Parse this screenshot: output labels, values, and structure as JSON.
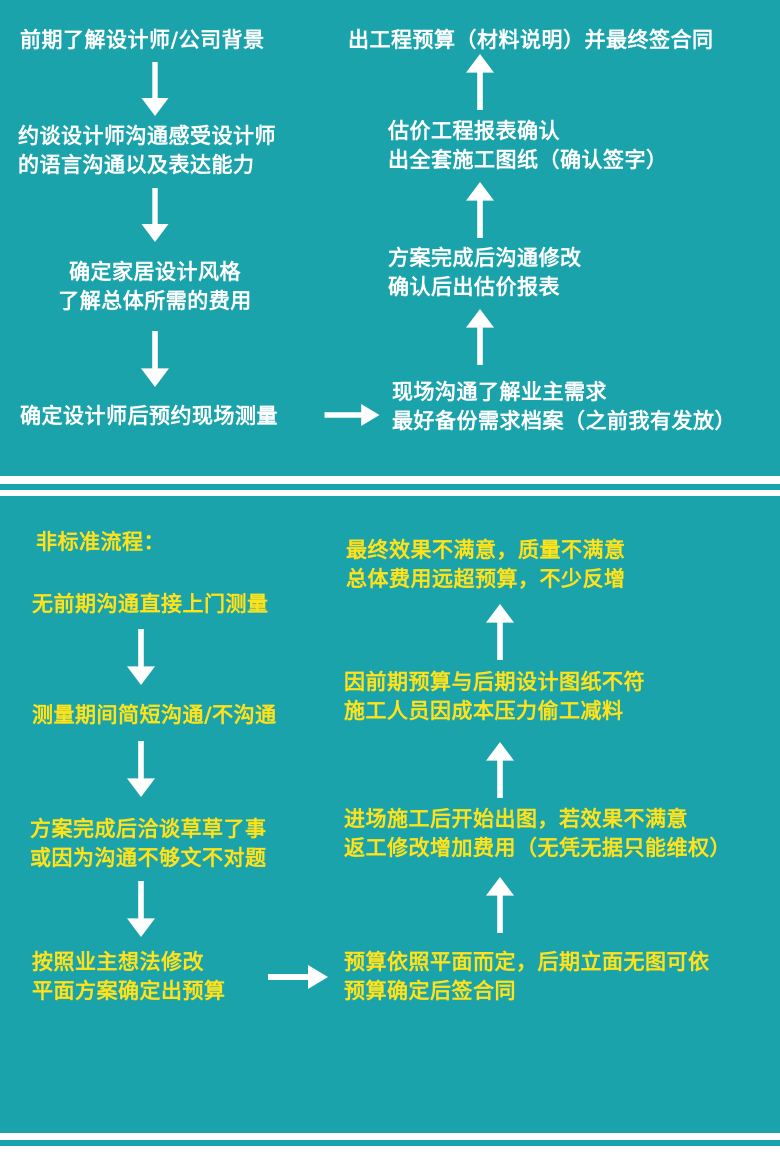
{
  "colors": {
    "background": "#1aa3ab",
    "standard_text": "#ffffff",
    "nonstandard_text": "#ffe21a",
    "arrow": "#ffffff",
    "divider": "#ffffff"
  },
  "icons": [
    "arrow-down-icon",
    "arrow-up-icon",
    "arrow-right-icon"
  ],
  "standard": {
    "left": [
      {
        "lines": [
          "前期了解设计师/公司背景"
        ]
      },
      {
        "lines": [
          "约谈设计师沟通感受设计师",
          "的语言沟通以及表达能力"
        ]
      },
      {
        "lines": [
          "确定家居设计风格",
          "了解总体所需的费用"
        ]
      },
      {
        "lines": [
          "确定设计师后预约现场测量"
        ]
      }
    ],
    "right": [
      {
        "lines": [
          "现场沟通了解业主需求",
          "最好备份需求档案（之前我有发放）"
        ]
      },
      {
        "lines": [
          "方案完成后沟通修改",
          "确认后出估价报表"
        ]
      },
      {
        "lines": [
          "估价工程报表确认",
          "出全套施工图纸（确认签字）"
        ]
      },
      {
        "lines": [
          "出工程预算（材料说明）并最终签合同"
        ]
      }
    ]
  },
  "nonstandard": {
    "heading": "非标准流程：",
    "left": [
      {
        "lines": [
          "无前期沟通直接上门测量"
        ]
      },
      {
        "lines": [
          "测量期间简短沟通/不沟通"
        ]
      },
      {
        "lines": [
          "方案完成后洽谈草草了事",
          "或因为沟通不够文不对题"
        ]
      },
      {
        "lines": [
          "按照业主想法修改",
          "平面方案确定出预算"
        ]
      }
    ],
    "right": [
      {
        "lines": [
          "预算依照平面而定，后期立面无图可依",
          "预算确定后签合同"
        ]
      },
      {
        "lines": [
          "进场施工后开始出图，若效果不满意",
          "返工修改增加费用（无凭无据只能维权）"
        ]
      },
      {
        "lines": [
          "因前期预算与后期设计图纸不符",
          "施工人员因成本压力偷工减料"
        ]
      },
      {
        "lines": [
          "最终效果不满意，质量不满意",
          "总体费用远超预算，不少反增"
        ]
      }
    ]
  }
}
